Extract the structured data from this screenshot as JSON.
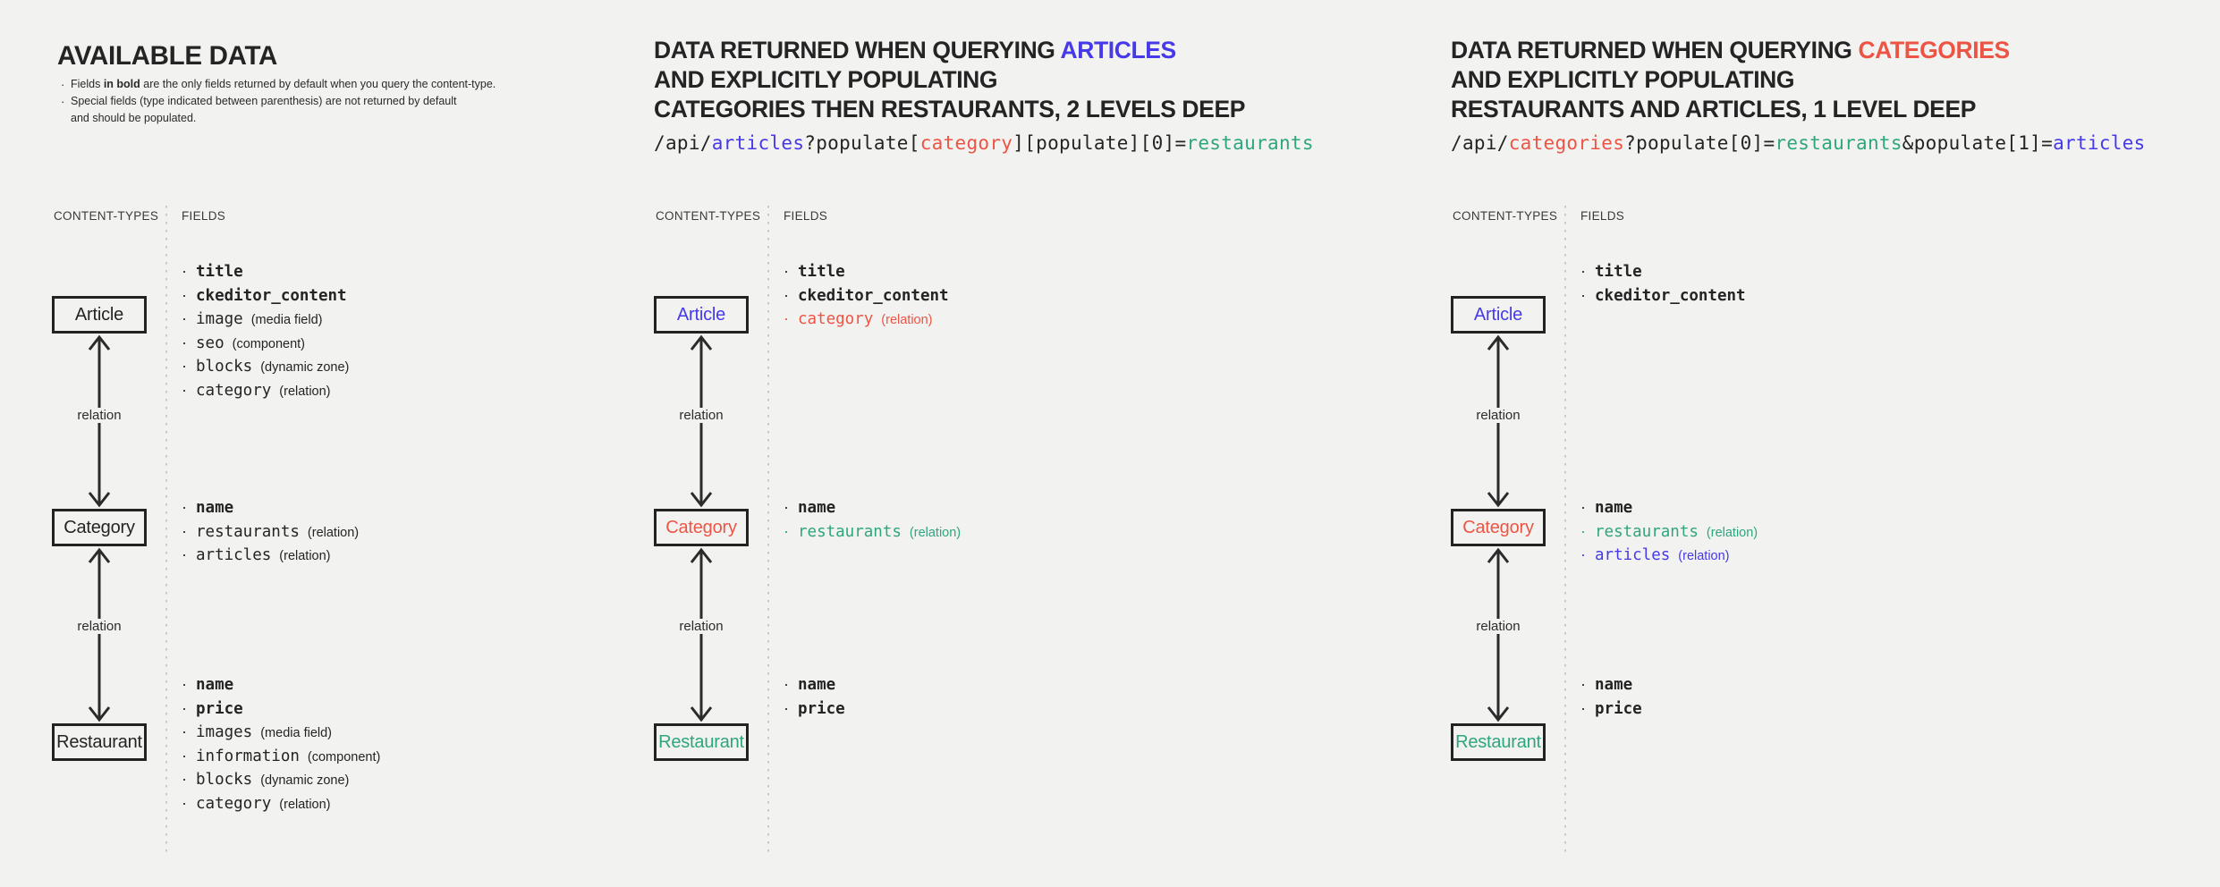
{
  "glyphs": {
    "bullet": "·"
  },
  "colors": {
    "dark": "#242424",
    "blue": "#4639e8",
    "red": "#ec5545",
    "green": "#2ea67e",
    "background": "#f2f2f0"
  },
  "panels": [
    {
      "id": "available-data",
      "title": {
        "lines": [
          [
            {
              "text": "AVAILABLE DATA",
              "color": "dark"
            }
          ]
        ]
      },
      "notes": [
        {
          "lines": [
            [
              {
                "text": "Fields ",
                "bold": false
              },
              {
                "text": "in bold",
                "bold": true
              },
              {
                "text": " are the only fields returned by default when you query the content-type.",
                "bold": false
              }
            ]
          ]
        },
        {
          "lines": [
            [
              {
                "text": "Special fields (type indicated between parenthesis) are not returned by default",
                "bold": false
              }
            ],
            [
              {
                "text": "and should be populated.",
                "bold": false
              }
            ]
          ]
        }
      ],
      "column_headers": {
        "content_types": "CONTENT-TYPES",
        "fields": "FIELDS"
      },
      "edge_label": "relation",
      "nodes": [
        {
          "label": "Article",
          "color": "dark",
          "fields": [
            {
              "name": "title",
              "bold": true,
              "color": "dark"
            },
            {
              "name": "ckeditor_content",
              "bold": true,
              "color": "dark"
            },
            {
              "name": "image",
              "bold": false,
              "color": "dark",
              "annotation": "(media field)"
            },
            {
              "name": "seo",
              "bold": false,
              "color": "dark",
              "annotation": "(component)"
            },
            {
              "name": "blocks",
              "bold": false,
              "color": "dark",
              "annotation": "(dynamic zone)"
            },
            {
              "name": "category",
              "bold": false,
              "color": "dark",
              "annotation": "(relation)"
            }
          ]
        },
        {
          "label": "Category",
          "color": "dark",
          "fields": [
            {
              "name": "name",
              "bold": true,
              "color": "dark"
            },
            {
              "name": "restaurants",
              "bold": false,
              "color": "dark",
              "annotation": "(relation)"
            },
            {
              "name": "articles",
              "bold": false,
              "color": "dark",
              "annotation": "(relation)"
            }
          ]
        },
        {
          "label": "Restaurant",
          "color": "dark",
          "fields": [
            {
              "name": "name",
              "bold": true,
              "color": "dark"
            },
            {
              "name": "price",
              "bold": true,
              "color": "dark"
            },
            {
              "name": "images",
              "bold": false,
              "color": "dark",
              "annotation": "(media field)"
            },
            {
              "name": "information",
              "bold": false,
              "color": "dark",
              "annotation": "(component)"
            },
            {
              "name": "blocks",
              "bold": false,
              "color": "dark",
              "annotation": "(dynamic zone)"
            },
            {
              "name": "category",
              "bold": false,
              "color": "dark",
              "annotation": "(relation)"
            }
          ]
        }
      ]
    },
    {
      "id": "query-articles",
      "title": {
        "lines": [
          [
            {
              "text": "DATA RETURNED WHEN QUERYING ",
              "color": "dark"
            },
            {
              "text": "ARTICLES",
              "color": "blue"
            }
          ],
          [
            {
              "text": "AND EXPLICITLY POPULATING",
              "color": "dark"
            }
          ],
          [
            {
              "text": "CATEGORIES THEN RESTAURANTS, 2 LEVELS DEEP",
              "color": "dark"
            }
          ]
        ]
      },
      "code": [
        {
          "text": "/api/",
          "color": "dark"
        },
        {
          "text": "articles",
          "color": "blue"
        },
        {
          "text": "?populate[",
          "color": "dark"
        },
        {
          "text": "category",
          "color": "red"
        },
        {
          "text": "][populate][0]=",
          "color": "dark"
        },
        {
          "text": "restaurants",
          "color": "green"
        }
      ],
      "column_headers": {
        "content_types": "CONTENT-TYPES",
        "fields": "FIELDS"
      },
      "edge_label": "relation",
      "nodes": [
        {
          "label": "Article",
          "color": "blue",
          "fields": [
            {
              "name": "title",
              "bold": true,
              "color": "dark"
            },
            {
              "name": "ckeditor_content",
              "bold": true,
              "color": "dark"
            },
            {
              "name": "category",
              "bold": false,
              "color": "red",
              "annotation": "(relation)"
            }
          ]
        },
        {
          "label": "Category",
          "color": "red",
          "fields": [
            {
              "name": "name",
              "bold": true,
              "color": "dark"
            },
            {
              "name": "restaurants",
              "bold": false,
              "color": "green",
              "annotation": "(relation)"
            }
          ]
        },
        {
          "label": "Restaurant",
          "color": "green",
          "fields": [
            {
              "name": "name",
              "bold": true,
              "color": "dark"
            },
            {
              "name": "price",
              "bold": true,
              "color": "dark"
            }
          ]
        }
      ]
    },
    {
      "id": "query-categories",
      "title": {
        "lines": [
          [
            {
              "text": "DATA RETURNED WHEN QUERYING ",
              "color": "dark"
            },
            {
              "text": "CATEGORIES",
              "color": "red"
            }
          ],
          [
            {
              "text": "AND EXPLICITLY POPULATING",
              "color": "dark"
            }
          ],
          [
            {
              "text": "RESTAURANTS AND ARTICLES, 1 LEVEL DEEP",
              "color": "dark"
            }
          ]
        ]
      },
      "code": [
        {
          "text": "/api/",
          "color": "dark"
        },
        {
          "text": "categories",
          "color": "red"
        },
        {
          "text": "?populate[0]=",
          "color": "dark"
        },
        {
          "text": "restaurants",
          "color": "green"
        },
        {
          "text": "&populate[1]=",
          "color": "dark"
        },
        {
          "text": "articles",
          "color": "blue"
        }
      ],
      "column_headers": {
        "content_types": "CONTENT-TYPES",
        "fields": "FIELDS"
      },
      "edge_label": "relation",
      "nodes": [
        {
          "label": "Article",
          "color": "blue",
          "fields": [
            {
              "name": "title",
              "bold": true,
              "color": "dark"
            },
            {
              "name": "ckeditor_content",
              "bold": true,
              "color": "dark"
            }
          ]
        },
        {
          "label": "Category",
          "color": "red",
          "fields": [
            {
              "name": "name",
              "bold": true,
              "color": "dark"
            },
            {
              "name": "restaurants",
              "bold": false,
              "color": "green",
              "annotation": "(relation)"
            },
            {
              "name": "articles",
              "bold": false,
              "color": "blue",
              "annotation": "(relation)"
            }
          ]
        },
        {
          "label": "Restaurant",
          "color": "green",
          "fields": [
            {
              "name": "name",
              "bold": true,
              "color": "dark"
            },
            {
              "name": "price",
              "bold": true,
              "color": "dark"
            }
          ]
        }
      ]
    }
  ]
}
